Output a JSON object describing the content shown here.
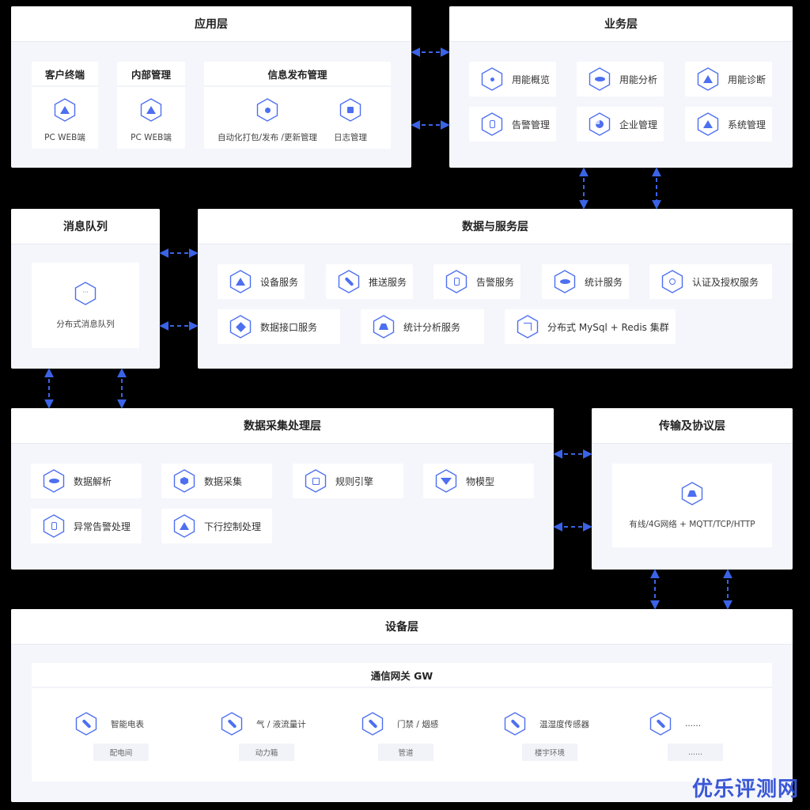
{
  "colors": {
    "blue": "#3b63e6",
    "orange": "#f5a25d",
    "green": "#58c23b",
    "gray": "#8a96a8",
    "icon": "#4d6ff0"
  },
  "application_layer": {
    "title": "应用层",
    "client": {
      "title": "客户终端",
      "item": "PC WEB端"
    },
    "internal": {
      "title": "内部管理",
      "item": "PC WEB端"
    },
    "publish": {
      "title": "信息发布管理",
      "items": [
        "自动化打包/发布 /更新管理",
        "日志管理"
      ]
    }
  },
  "business_layer": {
    "title": "业务层",
    "items": [
      "用能概览",
      "用能分析",
      "用能诊断",
      "告警管理",
      "企业管理",
      "系统管理"
    ]
  },
  "message_queue": {
    "title": "消息队列",
    "item": "分布式消息队列"
  },
  "data_service_layer": {
    "title": "数据与服务层",
    "row1": [
      "设备服务",
      "推送服务",
      "告警服务",
      "统计服务",
      "认证及授权服务"
    ],
    "row2": [
      "数据接口服务",
      "统计分析服务",
      "分布式 MySql + Redis 集群"
    ]
  },
  "collection_layer": {
    "title": "数据采集处理层",
    "row1": [
      "数据解析",
      "数据采集",
      "规则引擎",
      "物模型"
    ],
    "row2": [
      "异常告警处理",
      "下行控制处理"
    ]
  },
  "transport_layer": {
    "title": "传输及协议层",
    "item": "有线/4G网络 + MQTT/TCP/HTTP"
  },
  "device_layer": {
    "title": "设备层",
    "gateway": "通信网关 GW",
    "devices": [
      {
        "name": "智能电表",
        "tag": "配电间"
      },
      {
        "name": "气 / 液流量计",
        "tag": "动力箱"
      },
      {
        "name": "门禁 / 烟感",
        "tag": "管道"
      },
      {
        "name": "温湿度传感器",
        "tag": "楼宇环境"
      },
      {
        "name": "......",
        "tag": "......"
      }
    ]
  },
  "watermark": "优乐评测网"
}
